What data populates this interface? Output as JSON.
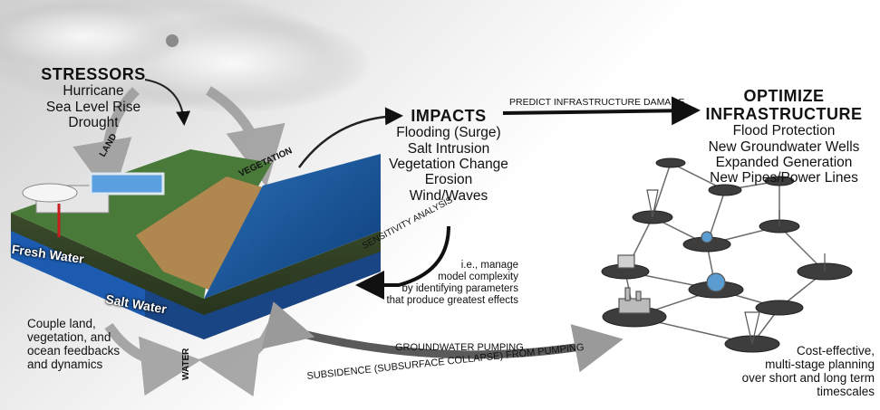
{
  "stressors": {
    "title": "STRESSORS",
    "items": [
      "Hurricane",
      "Sea Level Rise",
      "Drought"
    ]
  },
  "impacts": {
    "title": "IMPACTS",
    "items": [
      "Flooding (Surge)",
      "Salt Intrusion",
      "Vegetation Change",
      "Erosion",
      "Wind/Waves"
    ]
  },
  "optimize": {
    "title_line1": "OPTIMIZE",
    "title_line2": "INFRASTRUCTURE",
    "items": [
      "Flood Protection",
      "New Groundwater Wells",
      "Expanded Generation",
      "New Pipes/Power Lines"
    ]
  },
  "arrows": {
    "predict": "PREDICT INFRASTRUCTURE DAMAGE",
    "sensitivity": "SENSITIVITY ANALYSIS",
    "groundwater": "GROUNDWATER PUMPING",
    "subsidence": "SUBSIDENCE (SUBSURFACE COLLAPSE) FROM PUMPING"
  },
  "cycle_labels": {
    "land": "LAND",
    "vegetation": "VEGETATION",
    "water": "WATER"
  },
  "layers": {
    "fresh_water": "Fresh Water",
    "salt_water": "Salt Water"
  },
  "notes": {
    "sensitivity_note": [
      "i.e., manage",
      "model complexity",
      "by identifying parameters",
      "that produce greatest effects"
    ],
    "couple_note": [
      "Couple land,",
      "vegetation, and",
      "ocean feedbacks",
      "and dynamics"
    ],
    "planning_note": [
      "Cost-effective,",
      "multi-stage planning",
      "over short and long term timescales"
    ]
  }
}
